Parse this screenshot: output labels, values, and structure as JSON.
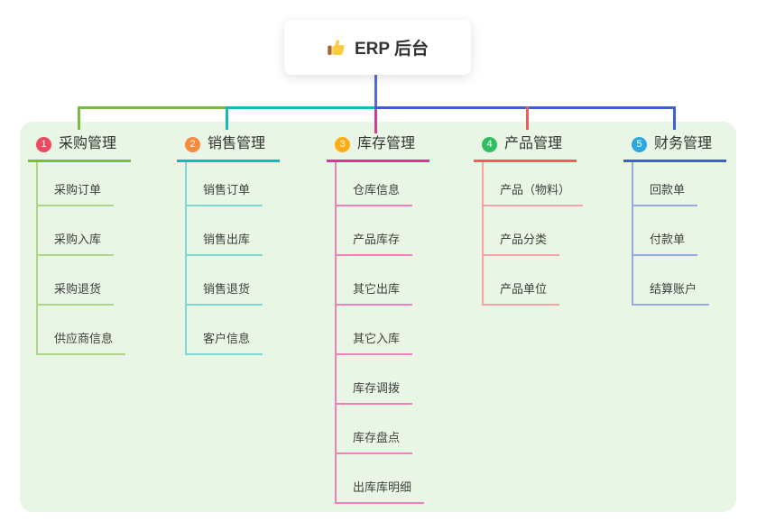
{
  "root": {
    "label": "ERP 后台",
    "icon": "thumbs-up"
  },
  "colors": {
    "canvas_bg": "#ffffff",
    "panel_bg": "#EAF6E5",
    "root_edge": "#5667E0",
    "title_text": "#333333",
    "child_text": "#3F3F3F"
  },
  "branches": [
    {
      "badge": "1",
      "title": "采购管理",
      "badge_color": "#F0485E",
      "line_color": "#7CBB41",
      "light_color": "#AFD58A",
      "children": [
        "采购订单",
        "采购入库",
        "采购退货",
        "供应商信息"
      ]
    },
    {
      "badge": "2",
      "title": "销售管理",
      "badge_color": "#F8893F",
      "line_color": "#16B9B3",
      "light_color": "#7FD6D2",
      "children": [
        "销售订单",
        "销售出库",
        "销售退货",
        "客户信息"
      ]
    },
    {
      "badge": "3",
      "title": "库存管理",
      "badge_color": "#FFAD15",
      "line_color": "#D6398F",
      "light_color": "#F07FBC",
      "children": [
        "仓库信息",
        "产品库存",
        "其它出库",
        "其它入库",
        "库存调拨",
        "库存盘点",
        "出库库明细"
      ]
    },
    {
      "badge": "4",
      "title": "产品管理",
      "badge_color": "#2FBE64",
      "line_color": "#F25B5B",
      "light_color": "#F8A2A2",
      "children": [
        "产品（物料）",
        "产品分类",
        "产品单位"
      ]
    },
    {
      "badge": "5",
      "title": "财务管理",
      "badge_color": "#2BA7E2",
      "line_color": "#3E5FD2",
      "light_color": "#96ABE6",
      "children": [
        "回款单",
        "付款单",
        "结算账户"
      ]
    }
  ]
}
